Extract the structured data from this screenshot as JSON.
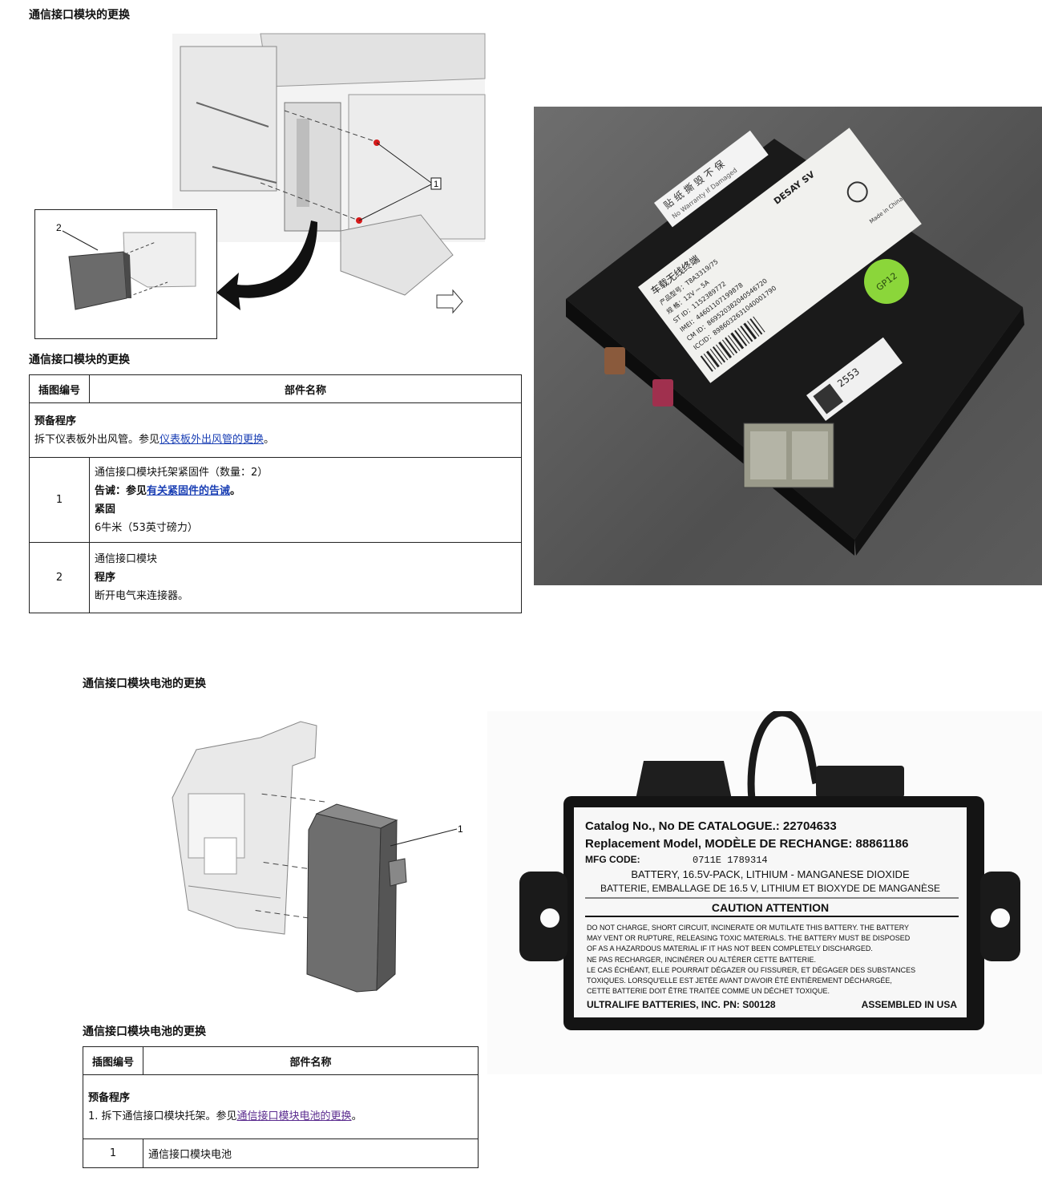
{
  "section1": {
    "title": "通信接口模块的更换",
    "table_title": "通信接口模块的更换",
    "callout_1": "1",
    "callout_2": "2",
    "headers": {
      "col1": "插图编号",
      "col2": "部件名称"
    },
    "prep_title": "预备程序",
    "prep_text": "拆下仪表板外出风管。参见",
    "prep_link": "仪表板外出风管的更换",
    "prep_end": "。",
    "row1": {
      "num": "1",
      "name": "通信接口模块托架紧固件（数量：2）",
      "warning_label": "告诫：参见",
      "warning_link": "有关紧固件的告诫",
      "warning_end": "。",
      "tighten_label": "紧固",
      "tighten_value": "6牛米（53英寸磅力）"
    },
    "row2": {
      "num": "2",
      "name": "通信接口模块",
      "proc_label": "程序",
      "proc_text": "断开电气来连接器。"
    }
  },
  "module_photo": {
    "label_lines": [
      "车载无线终端",
      "产品型号：T8A3319/75",
      "规 格：12V ⎓ 5A",
      "ST ID：1152389772",
      "IMEI：44601107199878",
      "CM ID：869520382040546720",
      "ICCID：8986032631040001790"
    ],
    "brand": "DESAY SV",
    "badge": "GP12",
    "madein": "Made in China",
    "sticker": "贴 纸 撕 毁 不 保",
    "sticker_en": "No Warranty If Damaged",
    "barcode_num": "2553"
  },
  "section2": {
    "title": "通信接口模块电池的更换",
    "table_title": "通信接口模块电池的更换",
    "callout_1": "1",
    "headers": {
      "col1": "插图编号",
      "col2": "部件名称"
    },
    "prep_title": "预备程序",
    "prep_text": "1. 拆下通信接口模块托架。参见",
    "prep_link": "通信接口模块电池的更换",
    "prep_end": "。",
    "row1": {
      "num": "1",
      "name": "通信接口模块电池"
    }
  },
  "battery_label": {
    "catalog": "Catalog No., No DE CATALOGUE.: 22704633",
    "replacement": "Replacement Model,  MODÈLE DE RECHANGE: 88861186",
    "mfg_label": "MFG CODE:",
    "mfg_value": "0711E  1789314",
    "desc_en": "BATTERY, 16.5V-PACK, LITHIUM - MANGANESE DIOXIDE",
    "desc_fr": "BATTERIE, EMBALLAGE DE 16.5 V, LITHIUM ET BIOXYDE DE MANGANÈSE",
    "caution": "CAUTION   ATTENTION",
    "warn_lines": [
      "DO NOT CHARGE, SHORT CIRCUIT, INCINERATE OR MUTILATE THIS BATTERY. THE BATTERY",
      "MAY VENT OR RUPTURE, RELEASING TOXIC MATERIALS. THE BATTERY MUST BE DISPOSED",
      "OF AS A HAZARDOUS MATERIAL IF IT HAS NOT BEEN COMPLETELY DISCHARGED.",
      "NE PAS RECHARGER, INCINÉRER OU ALTÉRER CETTE BATTERIE.",
      "LE CAS ÉCHÉANT, ELLE POURRAIT DÉGAZER OU FISSURER, ET DÉGAGER DES SUBSTANCES",
      "TOXIQUES. LORSQU'ELLE EST JETÉE AVANT D'AVOIR ÉTÉ ENTIÈREMENT DÉCHARGÉE,",
      "CETTE BATTERIE DOIT ÊTRE TRAITÉE COMME UN DÉCHET TOXIQUE."
    ],
    "footer_left": "ULTRALIFE BATTERIES, INC.  PN: S00128",
    "footer_right": "ASSEMBLED IN USA"
  }
}
